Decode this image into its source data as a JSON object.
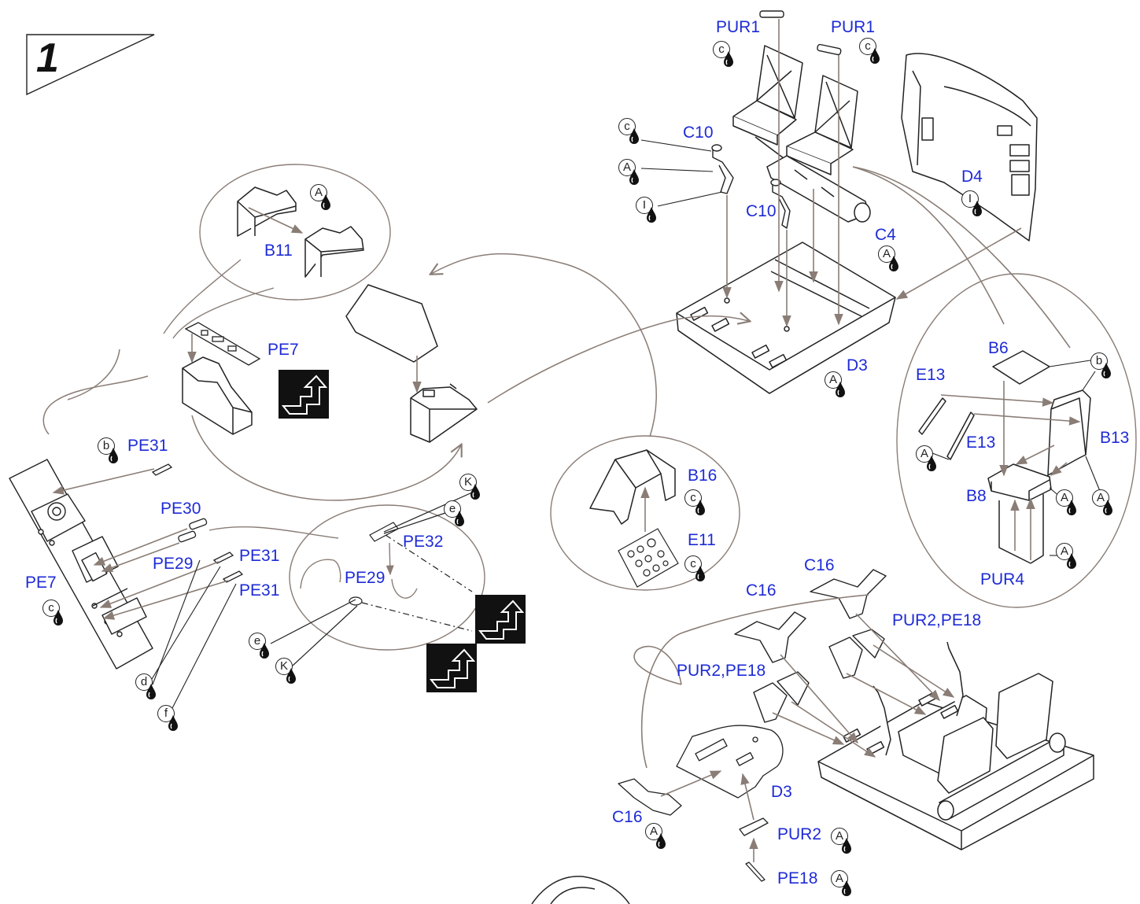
{
  "step": {
    "number": "1"
  },
  "labels": {
    "pur1_a": "PUR1",
    "pur1_b": "PUR1",
    "c10_a": "C10",
    "c10_b": "C10",
    "d4": "D4",
    "c4": "C4",
    "d3_top": "D3",
    "b11": "B11",
    "pe7_top": "PE7",
    "pe31_a": "PE31",
    "pe30": "PE30",
    "pe29_a": "PE29",
    "pe31_b": "PE31",
    "pe31_c": "PE31",
    "pe7_left": "PE7",
    "pe32": "PE32",
    "pe29_b": "PE29",
    "b16": "B16",
    "e11": "E11",
    "b6": "B6",
    "e13_a": "E13",
    "e13_b": "E13",
    "b13": "B13",
    "b8": "B8",
    "pur4": "PUR4",
    "c16_a": "C16",
    "c16_b": "C16",
    "pur2pe18_a": "PUR2,PE18",
    "pur2pe18_b": "PUR2,PE18",
    "d3_bottom": "D3",
    "c16_c": "C16",
    "pur2": "PUR2",
    "pe18": "PE18"
  },
  "paint_codes": {
    "p1": "c",
    "p2": "c",
    "p3": "c",
    "p4": "A",
    "p5": "I",
    "p6": "I",
    "p7": "A",
    "p8": "A",
    "p9": "A",
    "p10": "b",
    "p11": "c",
    "p12": "K",
    "p13": "e",
    "p14": "e",
    "p15": "K",
    "p16": "d",
    "p17": "f",
    "p18": "c",
    "p19": "c",
    "p20": "b",
    "p21": "A",
    "p22": "A",
    "p23": "A",
    "p24": "A",
    "p25": "A",
    "p26": "A",
    "p27": "A"
  },
  "colors": {
    "label": "#1e2bd6",
    "line": "#222222",
    "arrow": "#8a7d76",
    "callout": "#8a7d76",
    "flip_icon_bg": "#111111"
  },
  "icons": {
    "drop": "paint-drop-icon",
    "flip": "flip-over-icon"
  }
}
